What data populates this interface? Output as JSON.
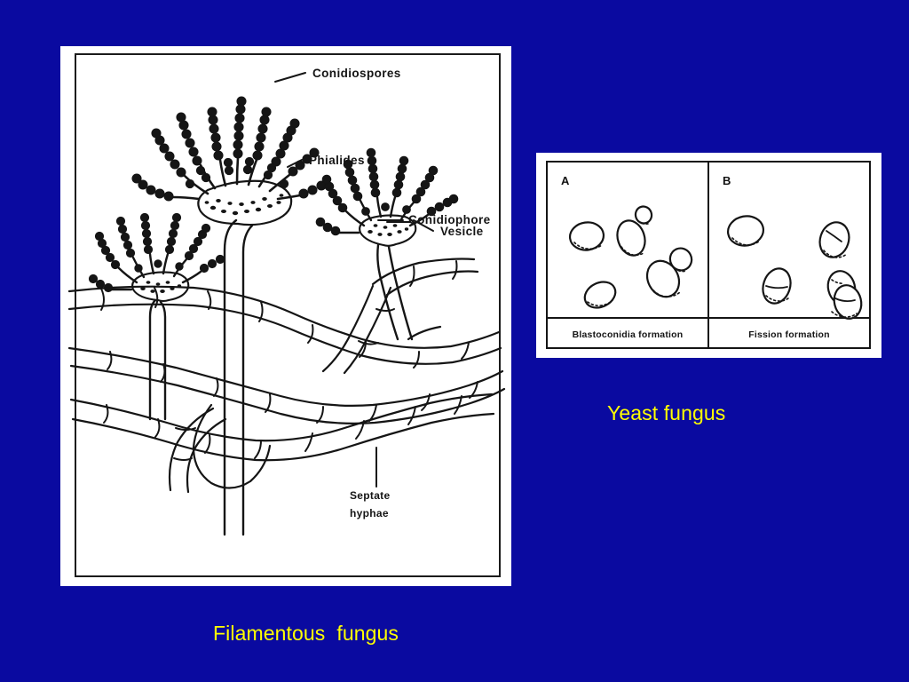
{
  "slide": {
    "background_color": "#0a0aa0",
    "caption_color": "#ffff00"
  },
  "figures": {
    "filamentous": {
      "caption": "Filamentous  fungus",
      "labels": {
        "conidiospores": "Conidiospores",
        "phialides": "Phialides",
        "vesicle": "Vesicle",
        "conidiophore": "Conidiophore",
        "septate": "Septate",
        "hyphae": "hyphae"
      }
    },
    "yeast": {
      "caption": "Yeast fungus",
      "panels": [
        {
          "letter": "A",
          "caption": "Blastoconidia formation"
        },
        {
          "letter": "B",
          "caption": "Fission formation"
        }
      ]
    }
  }
}
